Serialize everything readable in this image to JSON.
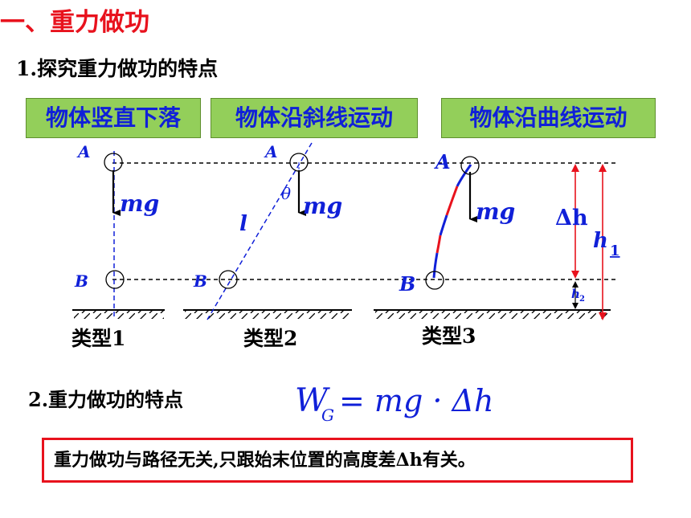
{
  "title": "一、重力做功",
  "subtitle": "1.探究重力做功的特点",
  "cases": [
    {
      "label": "物体竖直下落",
      "type": "类型1"
    },
    {
      "label": "物体沿斜线运动",
      "type": "类型2"
    },
    {
      "label": "物体沿曲线运动",
      "type": "类型3"
    }
  ],
  "diagram": {
    "point_a": "A",
    "point_b": "B",
    "force": "mg",
    "length": "l",
    "angle": "θ",
    "delta_h": "Δh",
    "h1_base": "h",
    "h1_sub": "1",
    "h2_base": "h",
    "h2_sub": "2",
    "colors": {
      "line": "#1020d8",
      "arrow": "#e8121d",
      "curve_red": "#e8121d"
    }
  },
  "section2": "2.重力做功的特点",
  "formula": {
    "w": "W",
    "sub": "G",
    "rhs": "= mg · Δh"
  },
  "conclusion": "重力做功与路径无关,只跟始末位置的高度差Δh有关。"
}
